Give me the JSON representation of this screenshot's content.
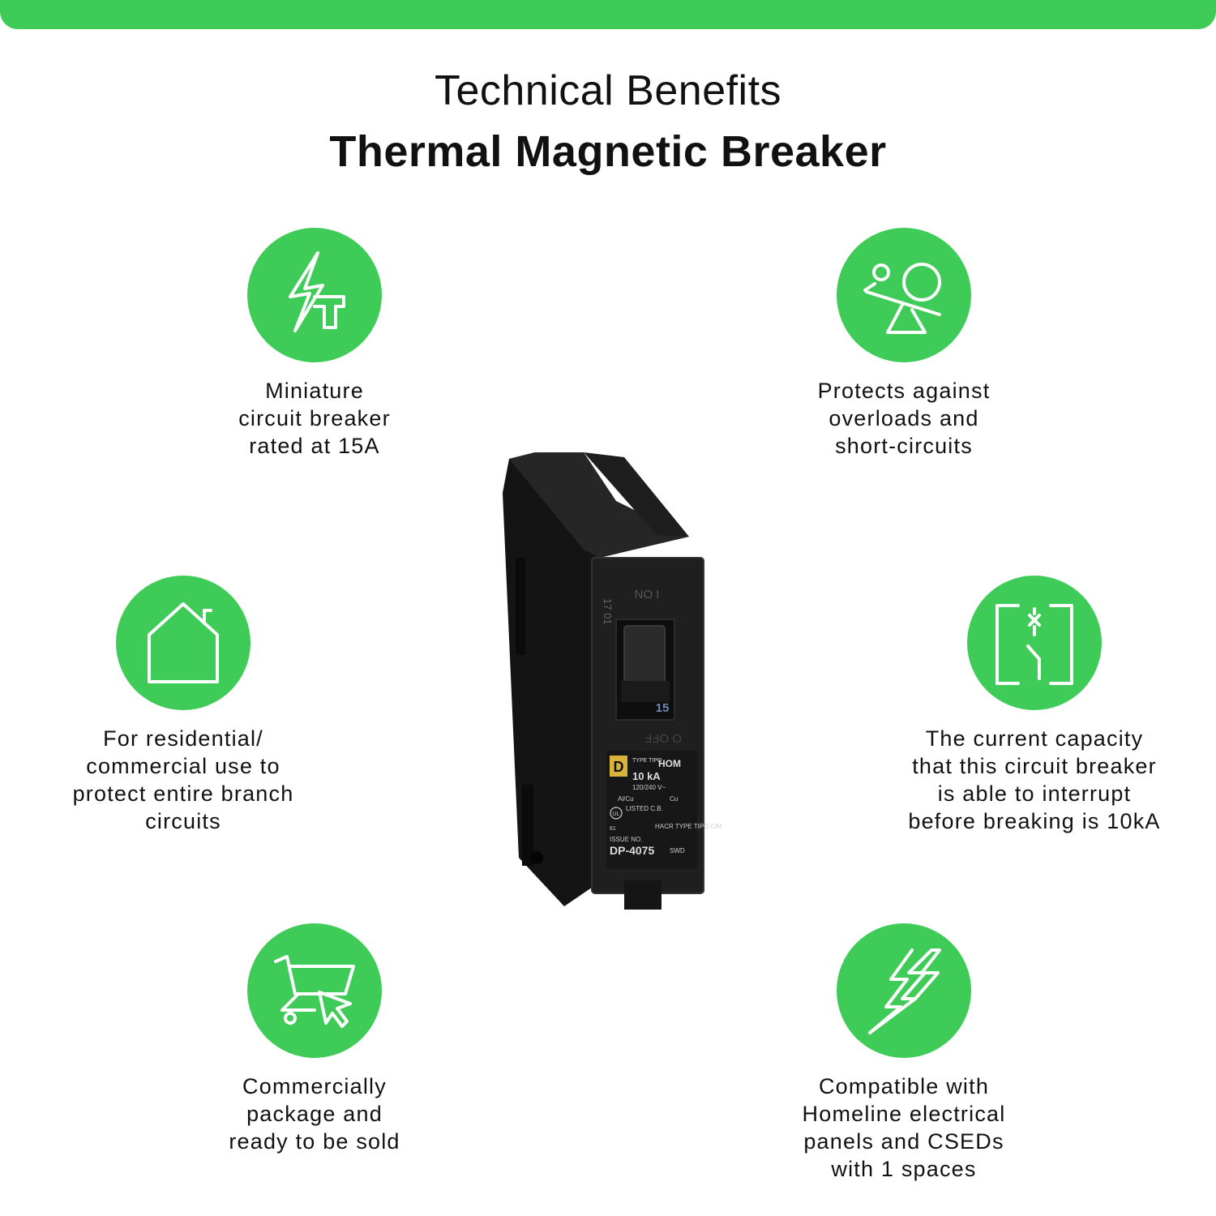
{
  "header": {
    "title": "Technical Benefits",
    "subtitle": "Thermal Magnetic Breaker"
  },
  "features": [
    {
      "icon": "lightning-tower-icon",
      "label": "Miniature\ncircuit breaker\nrated at 15A"
    },
    {
      "icon": "seesaw-balance-icon",
      "label": "Protects against\noverloads and\nshort-circuits"
    },
    {
      "icon": "house-icon",
      "label": "For residential/\ncommercial use to\nprotect entire branch\ncircuits"
    },
    {
      "icon": "switch-box-icon",
      "label": "The current capacity\nthat this circuit breaker\nis able to interrupt\nbefore breaking is 10kA"
    },
    {
      "icon": "shopping-cart-cursor-icon",
      "label": "Commercially\npackage and\nready to be sold"
    },
    {
      "icon": "double-lightning-icon",
      "label": "Compatible with\nHomeline electrical\npanels and CSEDs\nwith 1 spaces"
    }
  ],
  "product": {
    "on_label": "I ON",
    "off_label": "O OFF",
    "rating": "15",
    "side_code": "17 01",
    "logo_letter": "D",
    "type_label": "TYPE\nTIPO",
    "series": "HOM",
    "kA": "10 kA",
    "voltage": "120/240 V~",
    "wire_left": "Al/Cu",
    "wire_right": "Cu",
    "listed": "LISTED\nC.B.",
    "hacr": "HACR TYPE\nTIPO CARR",
    "issue_label": "ISSUE NO.",
    "issue_no": "DP-4075",
    "issue_num": "61",
    "swd": "SWD",
    "ul": "UL"
  },
  "colors": {
    "accent": "#3ecb57",
    "text": "#111111",
    "breaker": "#1c1c1c"
  }
}
